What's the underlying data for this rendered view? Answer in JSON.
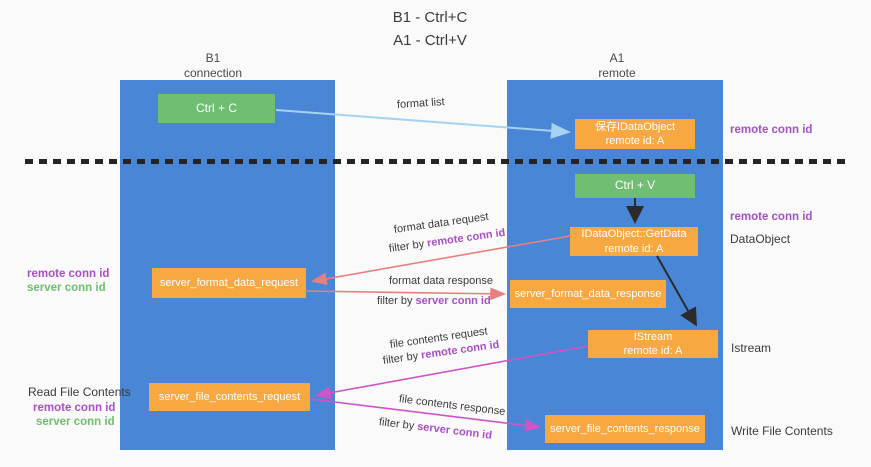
{
  "title": {
    "line1": "B1 - Ctrl+C",
    "line2": "A1 - Ctrl+V"
  },
  "columns": {
    "left": {
      "name": "B1",
      "subtitle": "connection"
    },
    "right": {
      "name": "A1",
      "subtitle": "remote"
    }
  },
  "boxes": {
    "ctrl_c": "Ctrl + C",
    "ctrl_v": "Ctrl + V",
    "save_dataobject": {
      "line1": "保存IDataObject",
      "line2": "remote id: A"
    },
    "getdata": {
      "line1": "IDataObject::GetData",
      "line2": "remote id: A"
    },
    "istream": {
      "line1": "IStream",
      "line2": "remote id: A"
    },
    "format_request": "server_format_data_request",
    "format_response": "server_format_data_response",
    "file_request": "server_file_contents_request",
    "file_response": "server_file_contents_response"
  },
  "arrow_labels": {
    "format_list": "format list",
    "format_data_request": "format data request",
    "format_data_response": "format data response",
    "file_contents_request": "file contents request",
    "file_contents_response": "file contents response",
    "filter_format_request": {
      "prefix": "filter by ",
      "key": "remote conn id"
    },
    "filter_format_response": {
      "prefix": "filter by ",
      "key": "server conn id"
    },
    "filter_file_request": {
      "prefix": "filter by ",
      "key": "remote conn id"
    },
    "filter_file_response": {
      "prefix": "filter by ",
      "key": "server conn id"
    }
  },
  "margin_labels": {
    "right_top_remote_conn_id": "remote conn id",
    "right_mid_remote_conn_id": "remote conn id",
    "right_dataobject": "DataObject",
    "right_istream": "Istream",
    "right_write_file_contents": "Write File Contents",
    "left_remote_conn_id_format": "remote conn id",
    "left_server_conn_id_format": "server conn id",
    "left_read_file_contents": "Read File Contents",
    "left_remote_conn_id_file": "remote conn id",
    "left_server_conn_id_file": "server conn id"
  },
  "colors": {
    "lifeline_blue": "#4A86D6",
    "box_orange": "#F7A841",
    "box_green": "#6FBE72",
    "arrow_light_blue": "#A5D2F1",
    "arrow_red": "#E87F7F",
    "arrow_magenta": "#CF54C6",
    "arrow_black": "#2B2B2B",
    "conn_id_purple": "#A84FC6",
    "conn_id_green": "#6FBF6F"
  }
}
